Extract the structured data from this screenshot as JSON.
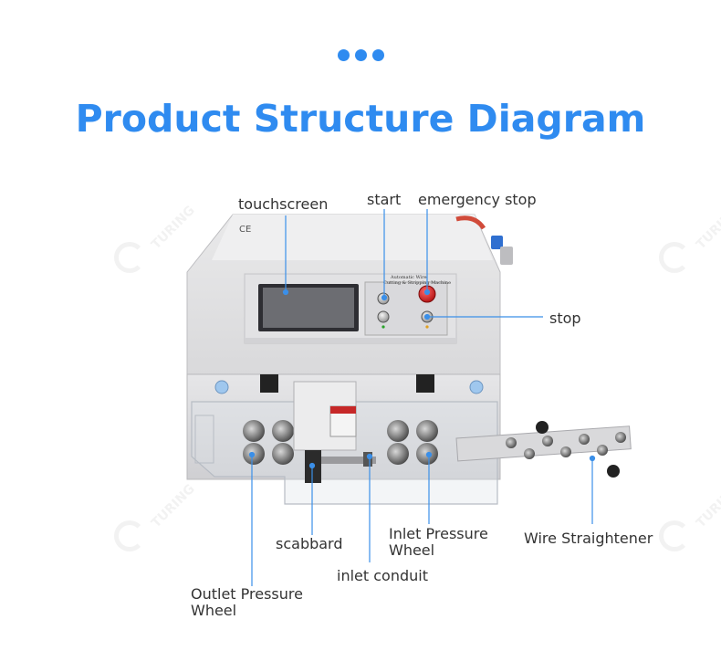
{
  "title": "Product Structure Diagram",
  "labels": {
    "touchscreen": "touchscreen",
    "start": "start",
    "emergency_stop": "emergency stop",
    "stop": "stop",
    "scabbard": "scabbard",
    "inlet_pressure_wheel_1": "Inlet Pressure",
    "inlet_pressure_wheel_2": "Wheel",
    "wire_straightener": "Wire Straightener",
    "inlet_conduit": "inlet conduit",
    "outlet_pressure_wheel_1": "Outlet Pressure",
    "outlet_pressure_wheel_2": "Wheel"
  },
  "panel": {
    "brand_line1": "Automatic Wire",
    "brand_line2": "Cutting & Stripping Machine",
    "ce_mark": "CE"
  },
  "watermark": {
    "text": "TURING"
  },
  "colors": {
    "accent": "#2f8bf0",
    "label_text": "#333333",
    "leader_line": "#3b8fe8"
  }
}
